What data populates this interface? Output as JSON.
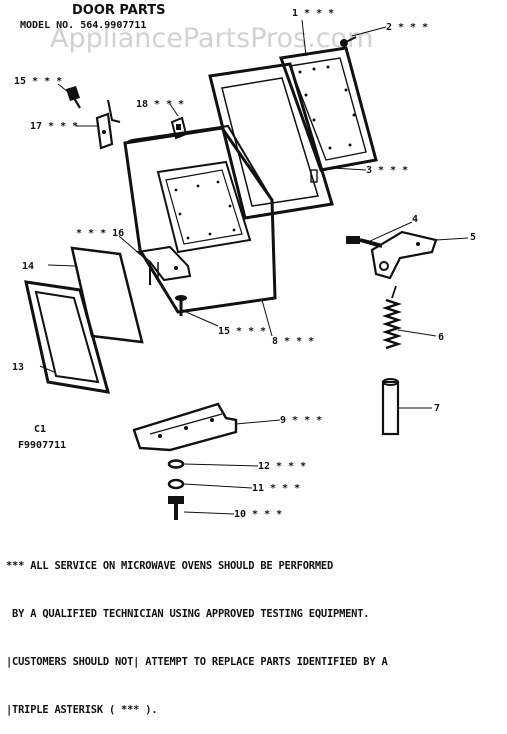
{
  "header": {
    "title": "DOOR PARTS",
    "model": "MODEL NO. 564.9907711"
  },
  "watermark": "AppliancePartsPros.com",
  "diagram_code": [
    "C1",
    "F9907711"
  ],
  "callouts": {
    "c1": "1 * * *",
    "c2": "2 * * *",
    "c3": "3 * * *",
    "c4": "4",
    "c5": "5",
    "c6": "6",
    "c7": "7",
    "c8": "8 * * *",
    "c9": "9 * * *",
    "c10": "10 * * *",
    "c11": "11 * * *",
    "c12": "12 * * *",
    "c13": "13",
    "c14": "14",
    "c15a": "15 * * *",
    "c15b": "15 * * *",
    "c16": "* * * 16",
    "c17": "17 * * *",
    "c18": "18 * * *"
  },
  "notice": [
    "*** ALL SERVICE ON MICROWAVE OVENS SHOULD BE PERFORMED",
    " BY A QUALIFIED TECHNICIAN USING APPROVED TESTING EQUIPMENT.",
    "|CUSTOMERS SHOULD NOT| ATTEMPT TO REPLACE PARTS IDENTIFIED BY A",
    "|TRIPLE ASTERISK ( *** )."
  ]
}
